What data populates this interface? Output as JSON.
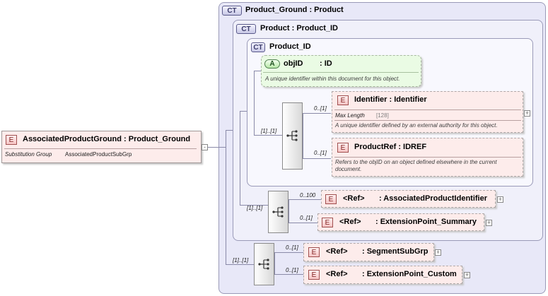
{
  "root": {
    "badge": "E",
    "title": "AssociatedProductGround : Product_Ground",
    "sub_label": "Substitution Group",
    "sub_value": "AssociatedProductSubGrp"
  },
  "ct_outer": {
    "badge": "CT",
    "title": "Product_Ground : Product"
  },
  "ct_mid": {
    "badge": "CT",
    "title": "Product  : Product_ID"
  },
  "ct_inner": {
    "badge": "CT",
    "title": "Product_ID"
  },
  "attr_objid": {
    "badge": "A",
    "name": "objID",
    "type": ": ID",
    "doc": "A unique identifier within this document for this object."
  },
  "el_identifier": {
    "badge": "E",
    "title": "Identifier : Identifier",
    "facet_label": "Max Length",
    "facet_value": "[128]",
    "doc": "A unique identifier defined by an external authority for this object.",
    "card": "0..[1]"
  },
  "el_productref": {
    "badge": "E",
    "title": "ProductRef : IDREF",
    "doc": "Refers to the objID on an object defined elsewhere in the current document.",
    "card": "0..[1]"
  },
  "seq_inner_card": "[1]..[1]",
  "el_assocprodid": {
    "badge": "E",
    "ref": "<Ref>",
    "type": ": AssociatedProductIdentifier",
    "card": "0..100"
  },
  "el_extsummary": {
    "badge": "E",
    "ref": "<Ref>",
    "type": ": ExtensionPoint_Summary",
    "card": "0..[1]"
  },
  "seq_mid_card": "[1]..[1]",
  "el_segsubgrp": {
    "badge": "E",
    "ref": "<Ref>",
    "type": ": SegmentSubGrp",
    "card": "0..[1]"
  },
  "el_extcustom": {
    "badge": "E",
    "ref": "<Ref>",
    "type": ": ExtensionPoint_Custom",
    "card": "0..[1]"
  },
  "seq_outer_card": "[1]..[1]",
  "icons": [
    "sequence-icon",
    "expand-plus-icon",
    "ct-badge-icon"
  ]
}
